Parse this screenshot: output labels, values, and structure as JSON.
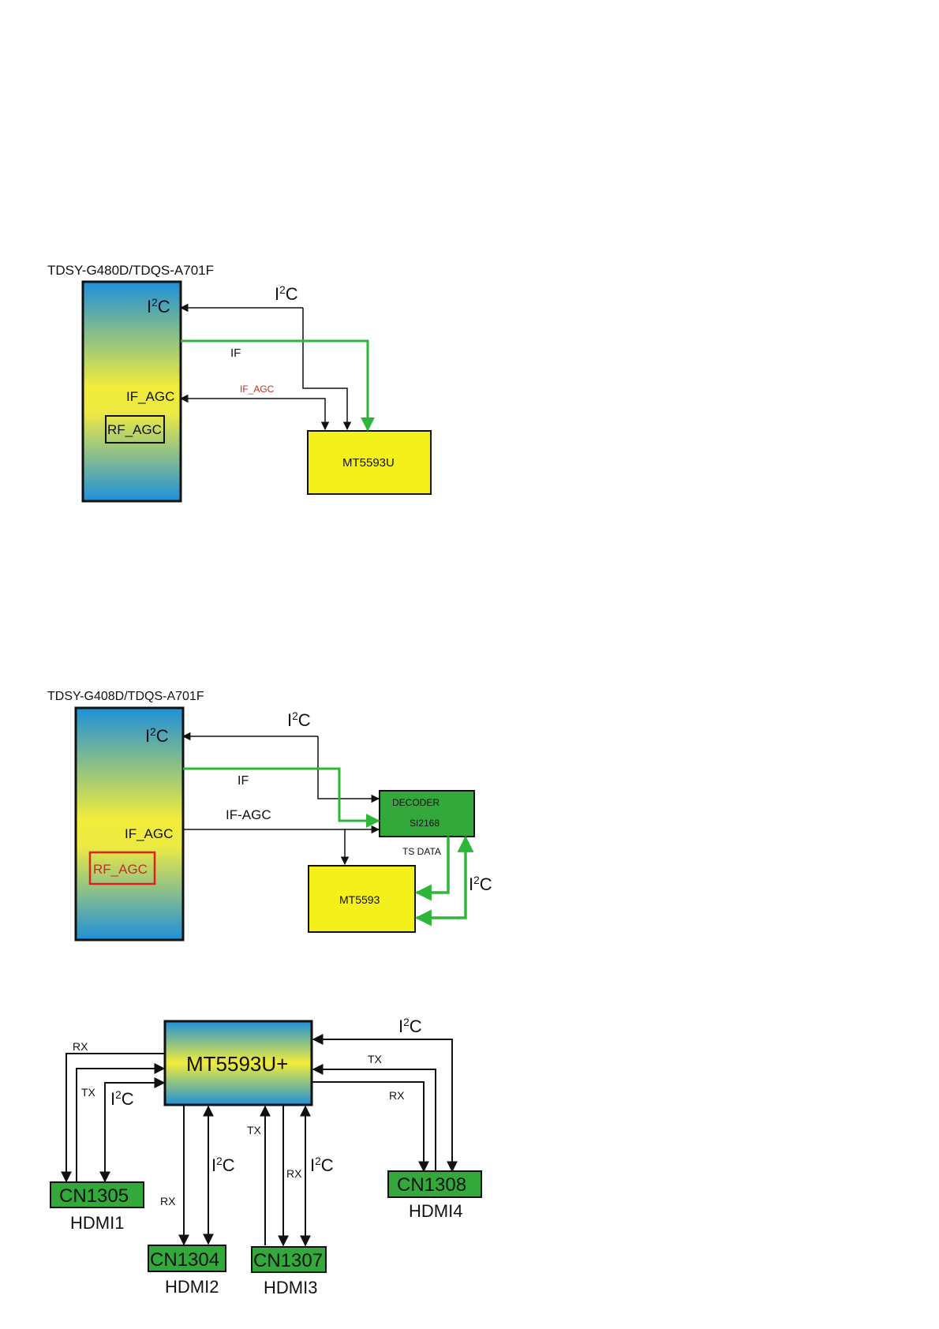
{
  "diagram1": {
    "title": "TDSY-G480D/TDQS-A701F",
    "tuner": {
      "i2c": "I",
      "i2c_sup": "2",
      "i2c_c": "C",
      "if_agc": "IF_AGC",
      "rf_agc": "RF_AGC"
    },
    "line_i2c": {
      "i": "I",
      "sup": "2",
      "c": "C"
    },
    "line_if": "IF",
    "line_if_agc": "IF_AGC",
    "chip": "MT5593U"
  },
  "diagram2": {
    "title": "TDSY-G408D/TDQS-A701F",
    "tuner": {
      "i2c": "I",
      "i2c_sup": "2",
      "i2c_c": "C",
      "if_agc": "IF_AGC",
      "rf_agc": "RF_AGC"
    },
    "line_i2c": {
      "i": "I",
      "sup": "2",
      "c": "C"
    },
    "line_if": "IF",
    "line_if_agc": "IF-AGC",
    "decoder_line1": "DECODER",
    "decoder_line2": "SI2168",
    "ts_data": "TS DATA",
    "line_i2c_right": {
      "i": "I",
      "sup": "2",
      "c": "C"
    },
    "chip": "MT5593"
  },
  "diagram3": {
    "chip": "MT5593U+",
    "i2c_top": {
      "i": "I",
      "sup": "2",
      "c": "C"
    },
    "rx_left": "RX",
    "tx_left": "TX",
    "i2c_left": {
      "i": "I",
      "sup": "2",
      "c": "C"
    },
    "tx_right": "TX",
    "rx_right": "RX",
    "tx_mid": "TX",
    "i2c_mid1": {
      "i": "I",
      "sup": "2",
      "c": "C"
    },
    "rx_mid1": "RX",
    "rx_mid2": "RX",
    "i2c_mid2": {
      "i": "I",
      "sup": "2",
      "c": "C"
    },
    "connectors": [
      {
        "id": "CN1305",
        "port": "HDMI1"
      },
      {
        "id": "CN1304",
        "port": "HDMI2"
      },
      {
        "id": "CN1307",
        "port": "HDMI3"
      },
      {
        "id": "CN1308",
        "port": "HDMI4"
      }
    ]
  },
  "colors": {
    "tuner_blue": "#1e90d8",
    "tuner_yellow": "#f2ec3a",
    "chip_yellow": "#f4f01c",
    "connector_green": "#33a93c",
    "signal_green": "#2fb53a",
    "agc_red": "#c0302c",
    "rf_agc_red_box": "#e0201c"
  }
}
